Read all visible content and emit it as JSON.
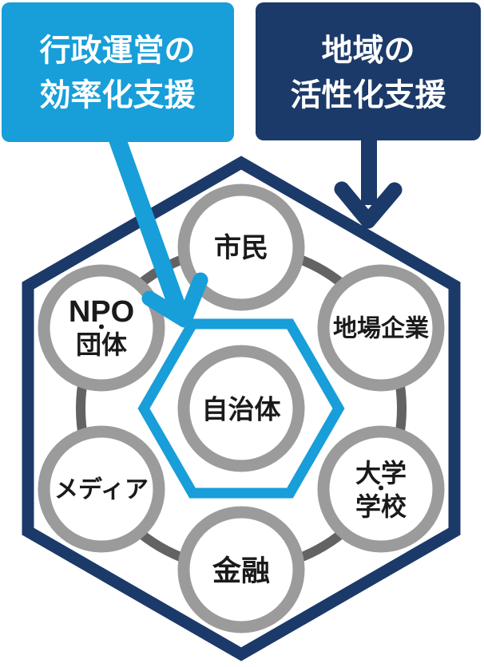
{
  "colors": {
    "light_blue": "#189ed9",
    "navy": "#1b3a69",
    "circle_border": "#9b9b9b",
    "ring_gray": "#636363",
    "text_dark": "#1a1a1a",
    "white": "#ffffff"
  },
  "callouts": {
    "efficiency": {
      "line1": "行政運営の",
      "line2": "効率化支援"
    },
    "revitalization": {
      "line1": "地域の",
      "line2": "活性化支援"
    }
  },
  "nodes": {
    "citizens": {
      "label": "市民"
    },
    "npo": {
      "line1": "NPO",
      "separator": "・",
      "line2": "団体"
    },
    "local_companies": {
      "label": "地場企業"
    },
    "municipality": {
      "label": "自治体"
    },
    "media": {
      "label": "メディア"
    },
    "university": {
      "line1": "大学",
      "separator": "・",
      "line2": "学校"
    },
    "finance": {
      "label": "金融"
    }
  }
}
